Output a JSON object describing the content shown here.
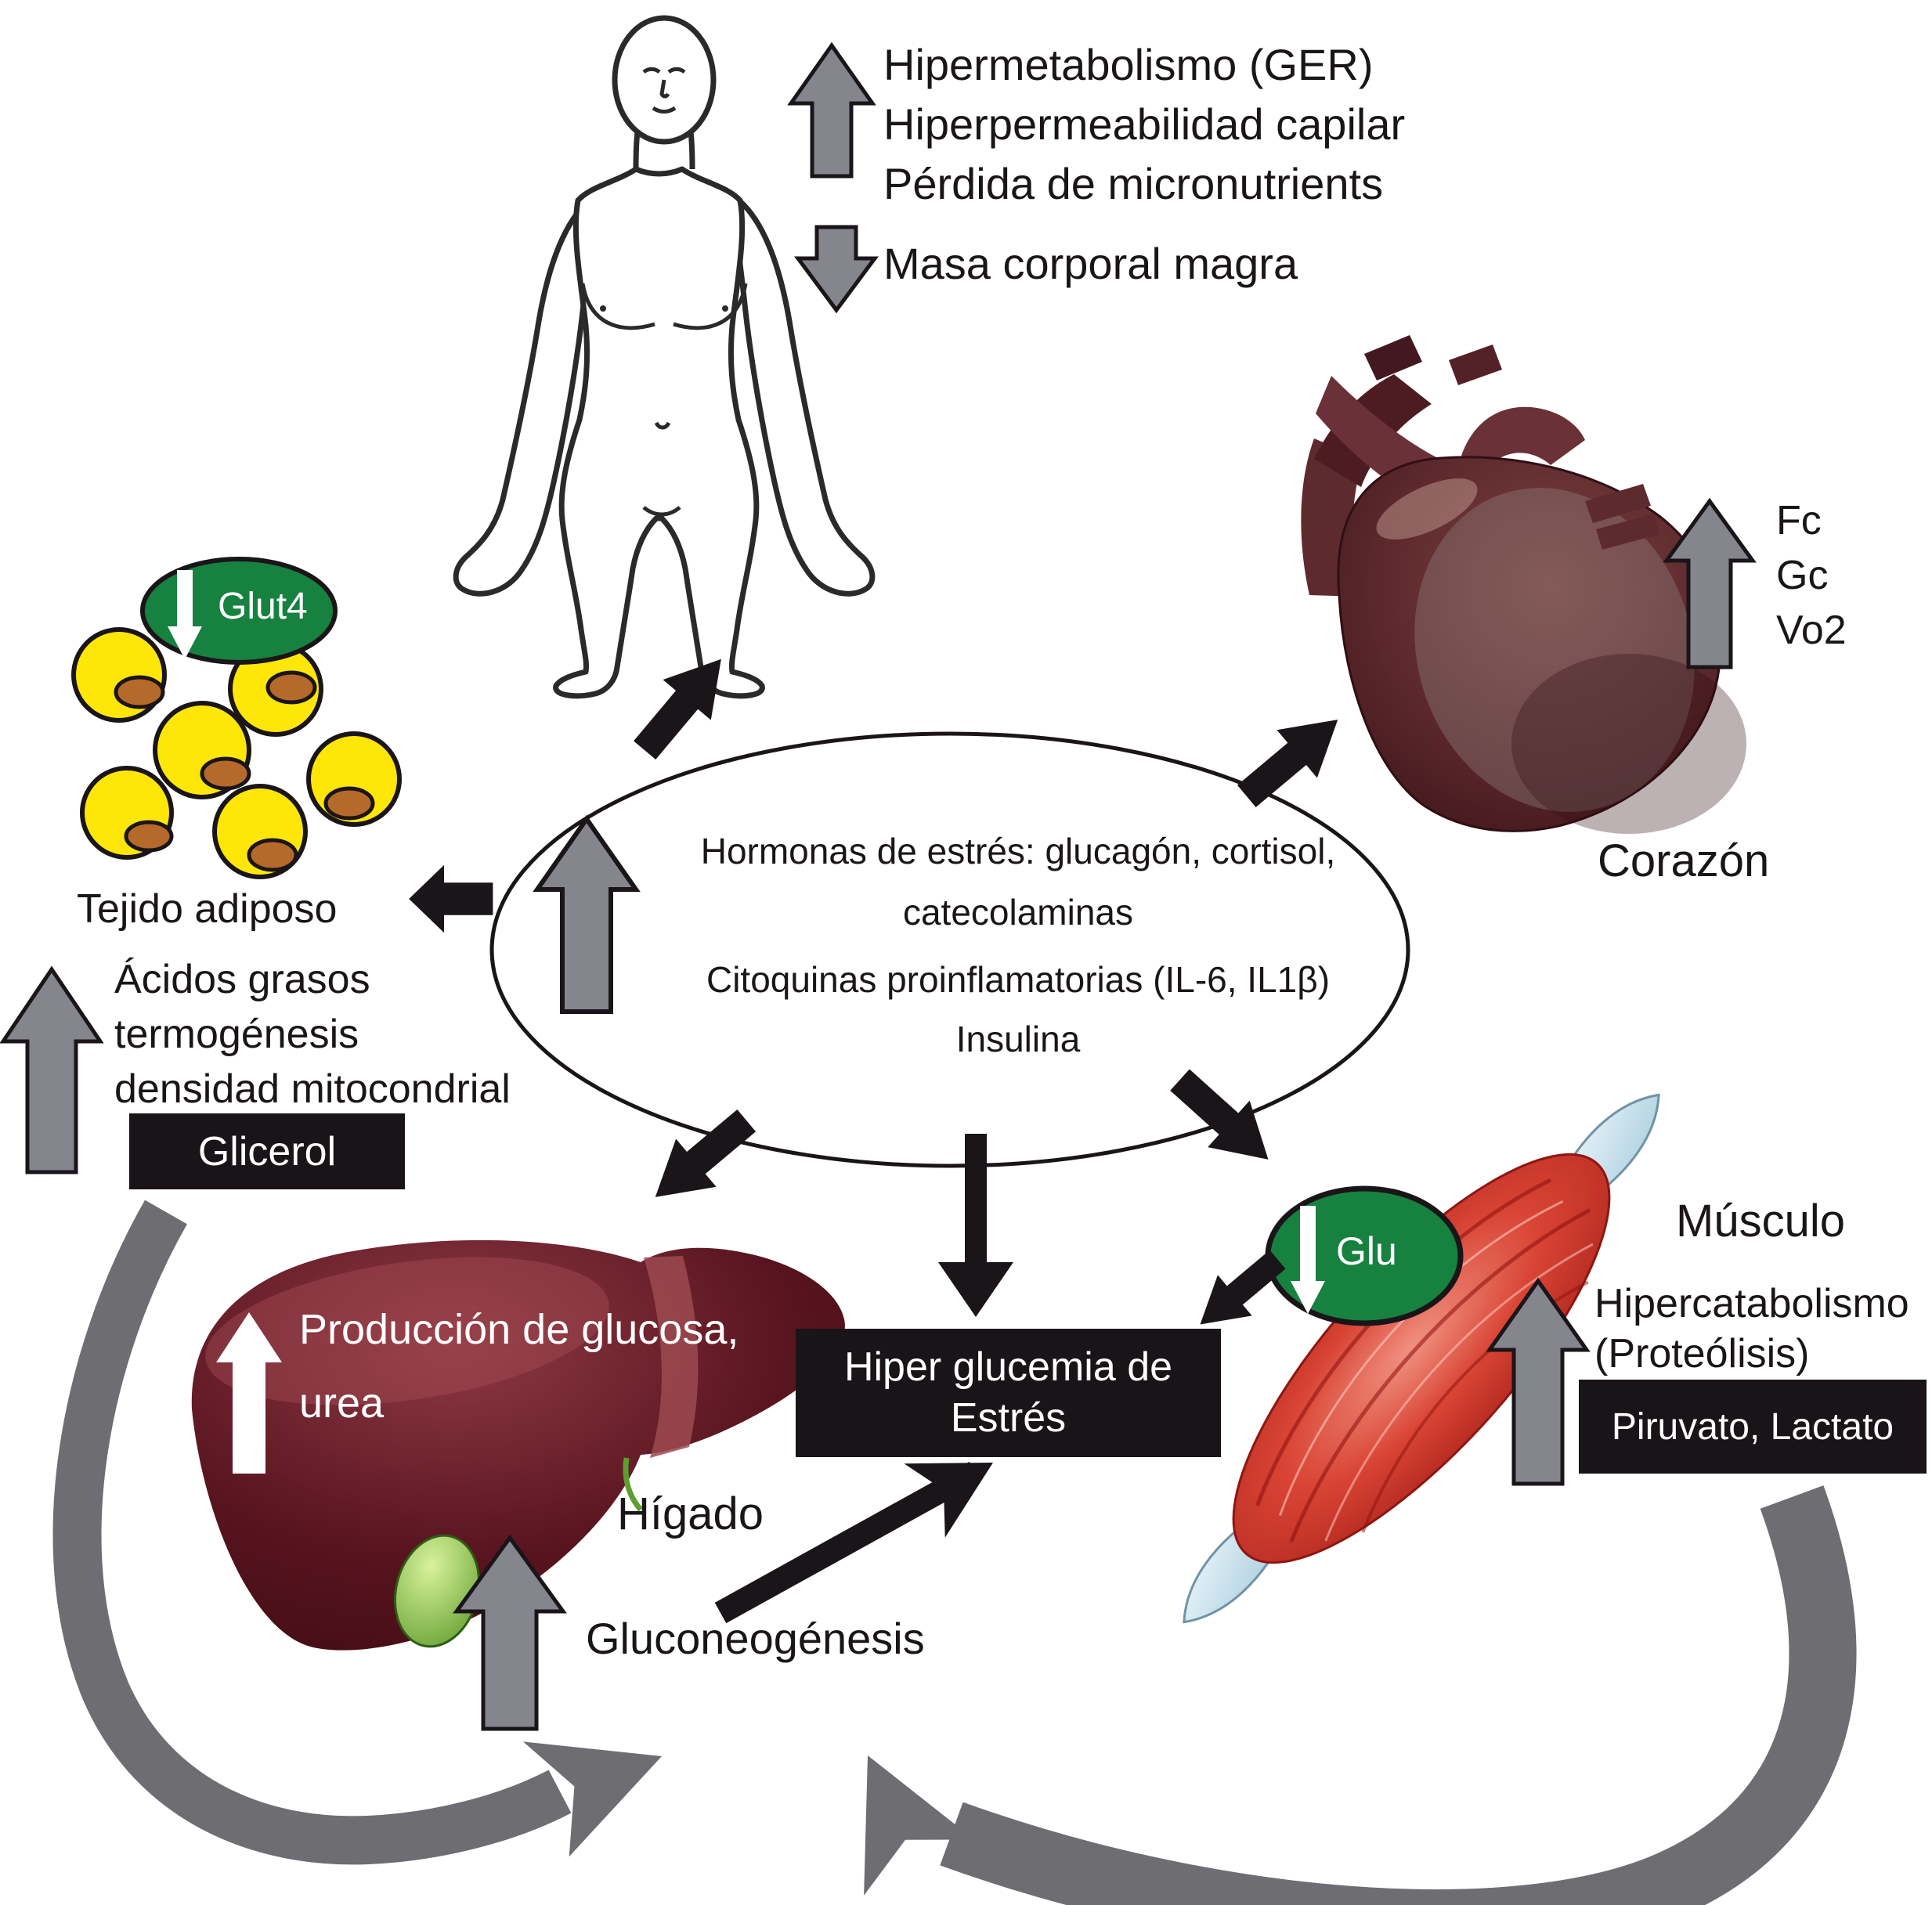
{
  "figure": {
    "kind": "medical-pathophysiology-diagram",
    "topic": "Hiperglucemia de estrés"
  },
  "body": {
    "increase_lines": [
      "Hipermetabolismo (GER)",
      "Hiperpermeabilidad capilar",
      "Pérdida de micronutrients"
    ],
    "decrease_line": "Masa corporal magra"
  },
  "heart": {
    "label": "Corazón",
    "increase_lines": [
      "Fc",
      "Gc",
      "Vo2"
    ]
  },
  "mediators": {
    "lines": [
      "Hormonas de estrés: glucagón, cortisol,",
      "catecolaminas",
      "Citoquinas proinflamatorias (IL-6, IL1β)",
      "Insulina"
    ]
  },
  "adipose": {
    "badge": "Glut4",
    "label": "Tejido adiposo",
    "increase_lines": [
      "Ácidos grasos",
      "termogénesis",
      "densidad mitocondrial"
    ],
    "output_box": "Glicerol"
  },
  "liver": {
    "overlay_line1": "Producción de glucosa,",
    "overlay_line2": "urea",
    "label": "Hígado",
    "process": "Gluconeogénesis"
  },
  "muscle": {
    "badge": "Glu",
    "label": "Músculo",
    "increase_line1": "Hipercatabolismo",
    "increase_line2": "(Proteólisis)",
    "output_box": "Piruvato, Lactato"
  },
  "center_box": {
    "line1": "Hiper glucemia de",
    "line2": "Estrés"
  },
  "colors": {
    "ink_black": "#1a1519",
    "arrow_gray": "#85858d",
    "arrow_gray_curved": "#6d6d72",
    "box_black": "#181418",
    "badge_green": "#178140",
    "cell_yellow": "#ffe609",
    "cell_nucleus": "#b5692a",
    "liver_maroon": "#5c1722",
    "heart_maroon": "#5a272b",
    "muscle_red": "#d94434",
    "tendon_blue": "#cfe4ef",
    "white": "#ffffff"
  }
}
